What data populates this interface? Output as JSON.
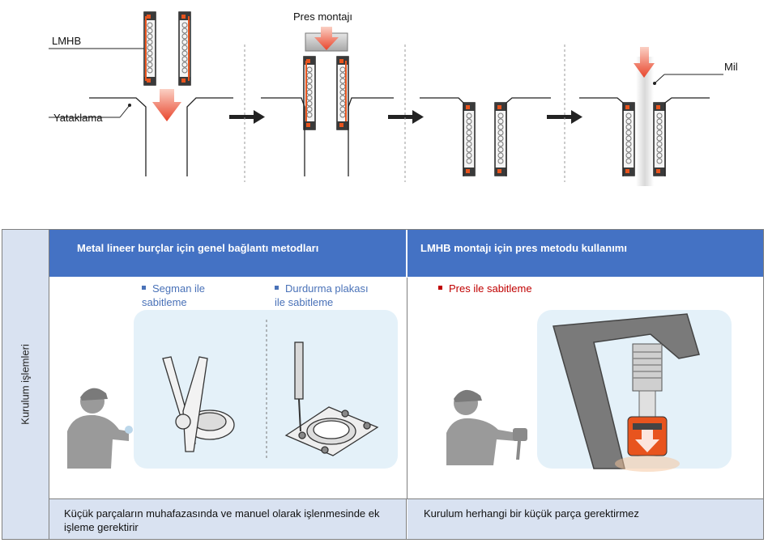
{
  "diagram": {
    "labels": {
      "lmhb": "LMHB",
      "housing": "Yataklama",
      "press_fit": "Pres montajı",
      "shaft": "Mil"
    }
  },
  "table": {
    "row_header": "Kurulum işlemleri",
    "col1_header": "Metal lineer burçlar için genel bağlantı metodları",
    "col2_header": "LMHB montajı için pres metodu kullanımı",
    "col1_bullets": [
      "Segman ile sabitleme",
      "Durdurma plakası ile sabitleme"
    ],
    "col2_bullets": [
      "Pres ile sabitleme"
    ],
    "col1_footer": "Küçük parçaların muhafazasında ve manuel olarak işlenmesinde ek işleme gerektirir",
    "col2_footer": "Kurulum herhangi bir küçük parça gerektirmez"
  },
  "colors": {
    "header_blue": "#4472c4",
    "side_blue": "#d9e2f1",
    "arrow_red": "#e8452c",
    "seal_orange": "#e8541e",
    "bullet_blue": "#4a72b8",
    "bullet_red": "#c00000"
  }
}
